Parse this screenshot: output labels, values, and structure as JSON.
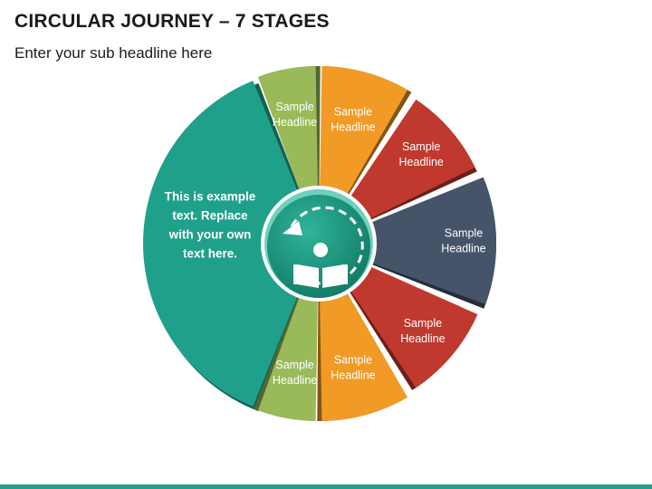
{
  "header": {
    "title": "CIRCULAR JOURNEY – 7 STAGES",
    "subtitle": "Enter your sub headline here"
  },
  "main_segment": {
    "lines": [
      "This is example",
      "text. Replace",
      "with your own",
      "text here."
    ],
    "color": "#1fa08a"
  },
  "segments": [
    {
      "lines": [
        "Sample",
        "Headline"
      ],
      "color": "#9aba5a"
    },
    {
      "lines": [
        "Sample",
        "Headline"
      ],
      "color": "#f29a26"
    },
    {
      "lines": [
        "Sample",
        "Headline"
      ],
      "color": "#c0392f"
    },
    {
      "lines": [
        "Sample",
        "Headline"
      ],
      "color": "#46546a"
    },
    {
      "lines": [
        "Sample",
        "Headline"
      ],
      "color": "#c0392f"
    },
    {
      "lines": [
        "Sample",
        "Headline"
      ],
      "color": "#f29a26"
    },
    {
      "lines": [
        "Sample",
        "Headline"
      ],
      "color": "#9aba5a"
    }
  ],
  "center": {
    "icon": "reader-with-book-icon",
    "color": "#1a8a74"
  },
  "accent_bar_color": "#1fa08a"
}
